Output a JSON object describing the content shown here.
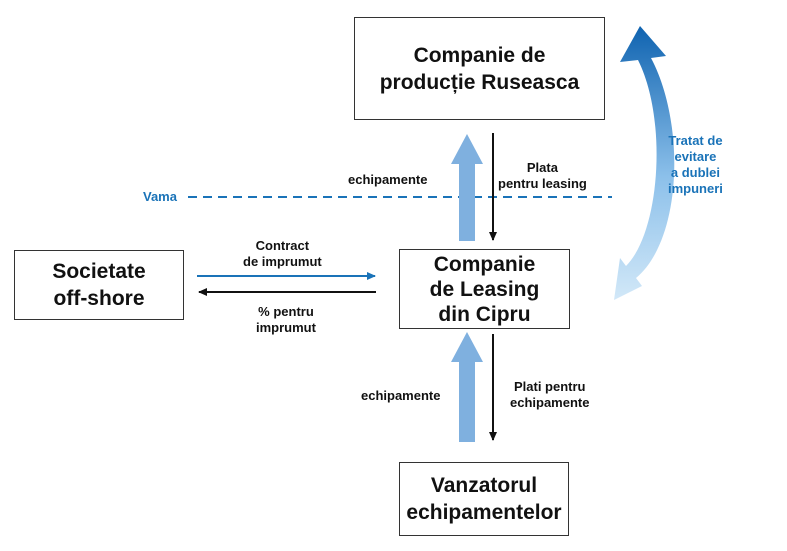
{
  "boxes": {
    "russian_company": [
      "Companie de",
      "producție Ruseasca"
    ],
    "cyprus_leasing": [
      "Companie",
      "de Leasing",
      "din Cipru"
    ],
    "offshore": [
      "Societate",
      "off-shore"
    ],
    "vendor": [
      "Vanzatorul",
      "echipamentelor"
    ]
  },
  "labels": {
    "equipment_top": "echipamente",
    "leasing_payment": [
      "Plata",
      "pentru leasing"
    ],
    "customs": "Vama",
    "loan_contract": [
      "Contract",
      "de imprumut"
    ],
    "loan_interest": [
      "% pentru",
      "imprumut"
    ],
    "equipment_bottom": "echipamente",
    "equipment_payments": [
      "Plati pentru",
      "echipamente"
    ],
    "treaty": [
      "Tratat de",
      "evitare",
      "a dublei",
      "impuneri"
    ]
  },
  "colors": {
    "accent_blue": "#1a73b8",
    "light_arrow": "#7fb0df",
    "pale_arrow": "#c9e3f6",
    "black": "#111111"
  }
}
